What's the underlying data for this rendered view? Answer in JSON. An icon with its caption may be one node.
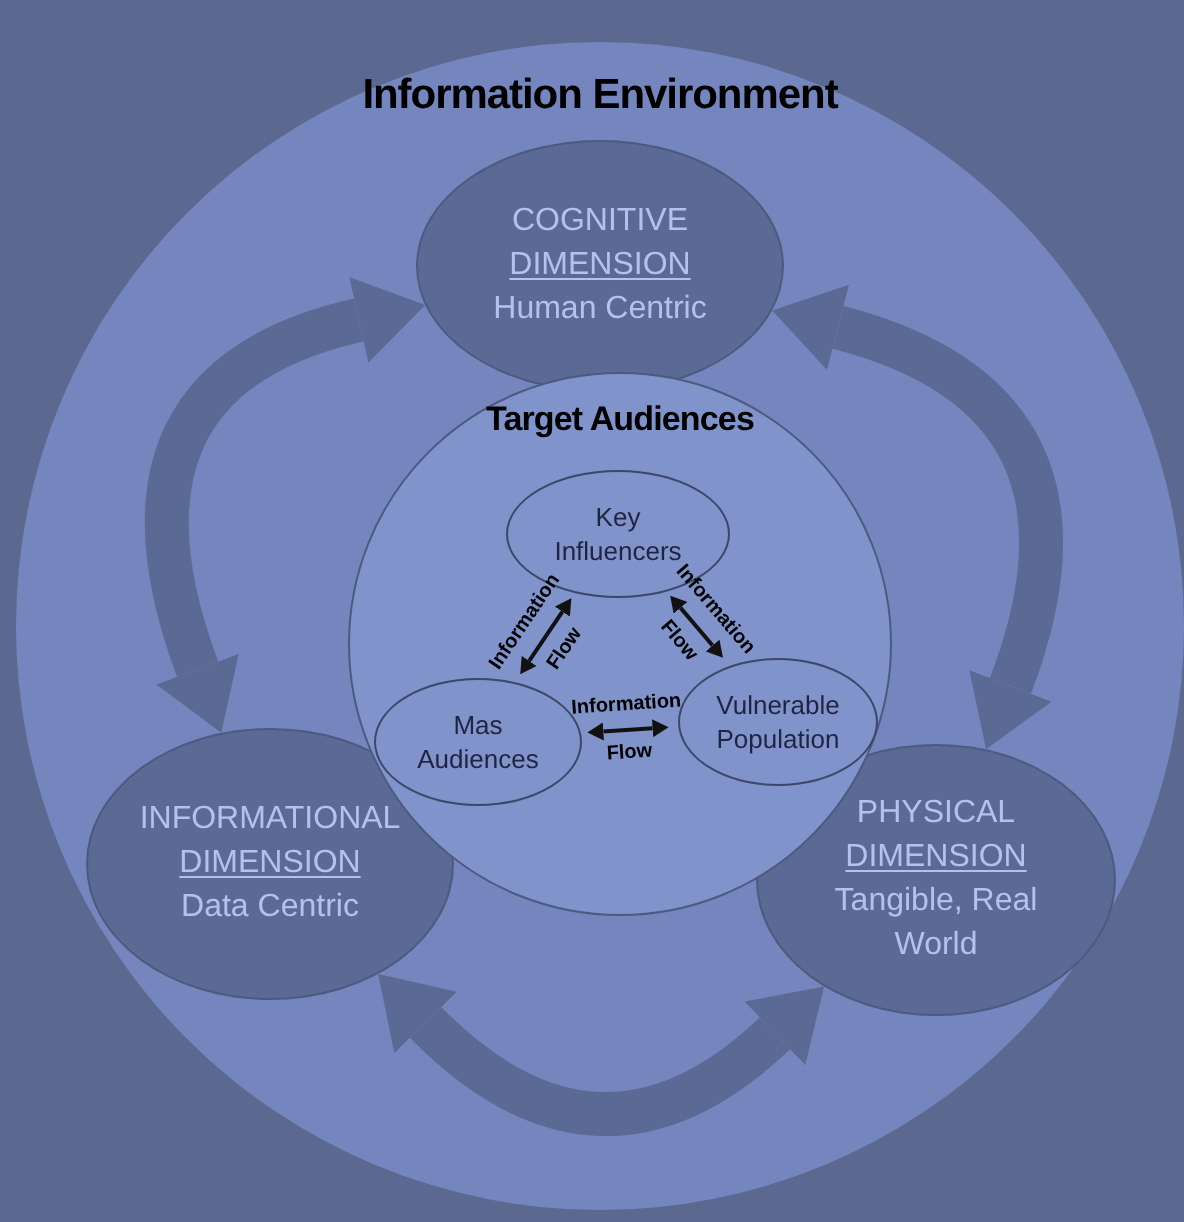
{
  "diagram": {
    "nodes": [
      {
        "text": [
          "Information Environment"
        ]
      },
      {
        "text": [
          "COGNITIVE",
          "DIMENSION",
          "Human Centric"
        ],
        "in": 0
      },
      {
        "text": [
          "INFORMATIONAL",
          "DIMENSION",
          "Data Centric"
        ],
        "in": 0
      },
      {
        "text": [
          "PHYSICAL",
          "DIMENSION",
          "Tangible, Real World"
        ],
        "in": 0
      },
      {
        "text": [
          "Target Audiences"
        ],
        "in": 0
      },
      {
        "text": [
          "Key Influencers"
        ],
        "in": 4
      },
      {
        "text": [
          "Mas Audiences"
        ],
        "in": 4
      },
      {
        "text": [
          "Vulnerable Population"
        ],
        "in": 4
      }
    ],
    "edges": [
      {
        "from": 5,
        "to": 6,
        "arrow": "both",
        "label": "Information Flow"
      },
      {
        "from": 5,
        "to": 7,
        "arrow": "both",
        "label": "Information Flow"
      },
      {
        "from": 6,
        "to": 7,
        "arrow": "both",
        "label": "Information Flow"
      },
      {
        "from": 1,
        "to": 2,
        "arrow": "both",
        "style": "thick",
        "color": "#5b6a94"
      },
      {
        "from": 1,
        "to": 3,
        "arrow": "both",
        "style": "thick",
        "color": "#5b6a94"
      },
      {
        "from": 2,
        "to": 3,
        "arrow": "both",
        "style": "thick",
        "color": "#5b6a94"
      }
    ]
  }
}
